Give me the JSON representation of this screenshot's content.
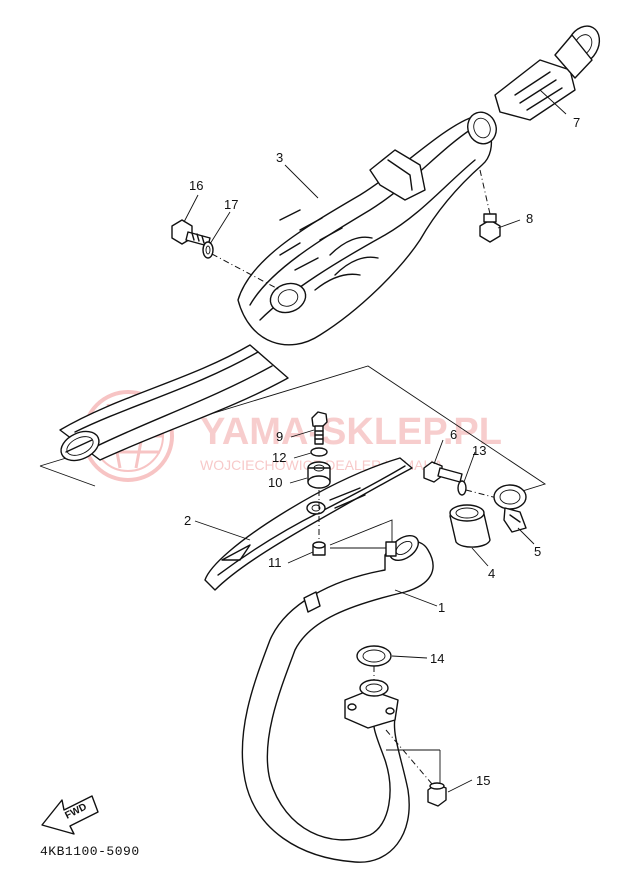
{
  "diagram": {
    "drawing_code": "4KB1100-5090",
    "fwd_label": "FWD",
    "watermark": {
      "main": "YAMA-SKLEP.PL",
      "sub": "WOJCIECHOWICZ DEALER YAMAHA"
    },
    "callouts": [
      {
        "id": "c1",
        "label": "1"
      },
      {
        "id": "c2",
        "label": "2"
      },
      {
        "id": "c3",
        "label": "3"
      },
      {
        "id": "c4",
        "label": "4"
      },
      {
        "id": "c5",
        "label": "5"
      },
      {
        "id": "c6",
        "label": "6"
      },
      {
        "id": "c7",
        "label": "7"
      },
      {
        "id": "c8",
        "label": "8"
      },
      {
        "id": "c9",
        "label": "9"
      },
      {
        "id": "c10",
        "label": "10"
      },
      {
        "id": "c11",
        "label": "11"
      },
      {
        "id": "c12",
        "label": "12"
      },
      {
        "id": "c13",
        "label": "13"
      },
      {
        "id": "c14",
        "label": "14"
      },
      {
        "id": "c15",
        "label": "15"
      },
      {
        "id": "c16",
        "label": "16"
      },
      {
        "id": "c17",
        "label": "17"
      }
    ]
  }
}
